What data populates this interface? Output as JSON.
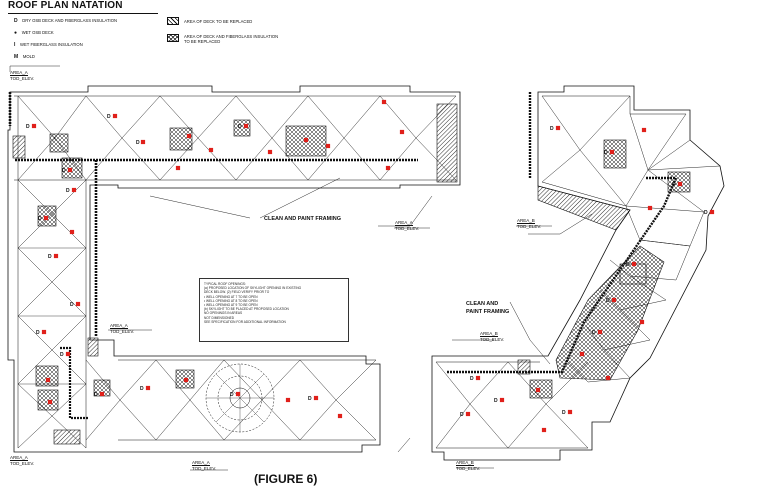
{
  "title": "ROOF PLAN NATATION",
  "legend": [
    {
      "symbol": "D",
      "label": "DRY OSB DECK AND FIBERGLASS INSULATION"
    },
    {
      "symbol": "●",
      "label": "WET OSB DECK"
    },
    {
      "symbol": "I",
      "label": "WET FIBERGLASS INSULATION"
    },
    {
      "symbol": "M",
      "label": "MOLD"
    }
  ],
  "legend_areas": [
    {
      "label": "AREA OF DECK TO BE REPLACED"
    },
    {
      "label_line1": "AREA OF DECK AND FIBERGLASS INSULATION",
      "label_line2": "TO BE REPLACED"
    }
  ],
  "area_tags": {
    "a": "AREA_A",
    "b": "AREA_B",
    "elev": "TOD_ELEV."
  },
  "notes": {
    "clean_paint": "CLEAN AND PAINT FRAMING",
    "clean_line1": "CLEAN AND",
    "clean_line2": "PAINT FRAMING",
    "figure": "(FIGURE 6)"
  },
  "notebox_lines": [
    "TYPICAL ROOF OPENINGS:",
    "(a) PROPOSED LOCATION OF SKYLIGHT OPENING IN EXISTING",
    "    DECK BELOW. (2) FIELD VERIFY PRIOR TO",
    "",
    "  • WELL OPENING AT 7 TO BE OPEN",
    "  • WELL OPENING AT 8 TO BE OPEN",
    "  • WELL OPENING AT 9 TO BE OPEN",
    "",
    "  (b) SKYLIGHT TO BE PLACED AT PROPOSED LOCATION",
    "",
    "  NO OPENINGS IN AREAS",
    "  NOT DIMENSIONED",
    "",
    "  SEE SPECIFICATION FOR ADDITIONAL INFORMATION"
  ],
  "colors": {
    "line": "#111111",
    "marker": "#e0201b",
    "hatch": "#111111"
  }
}
